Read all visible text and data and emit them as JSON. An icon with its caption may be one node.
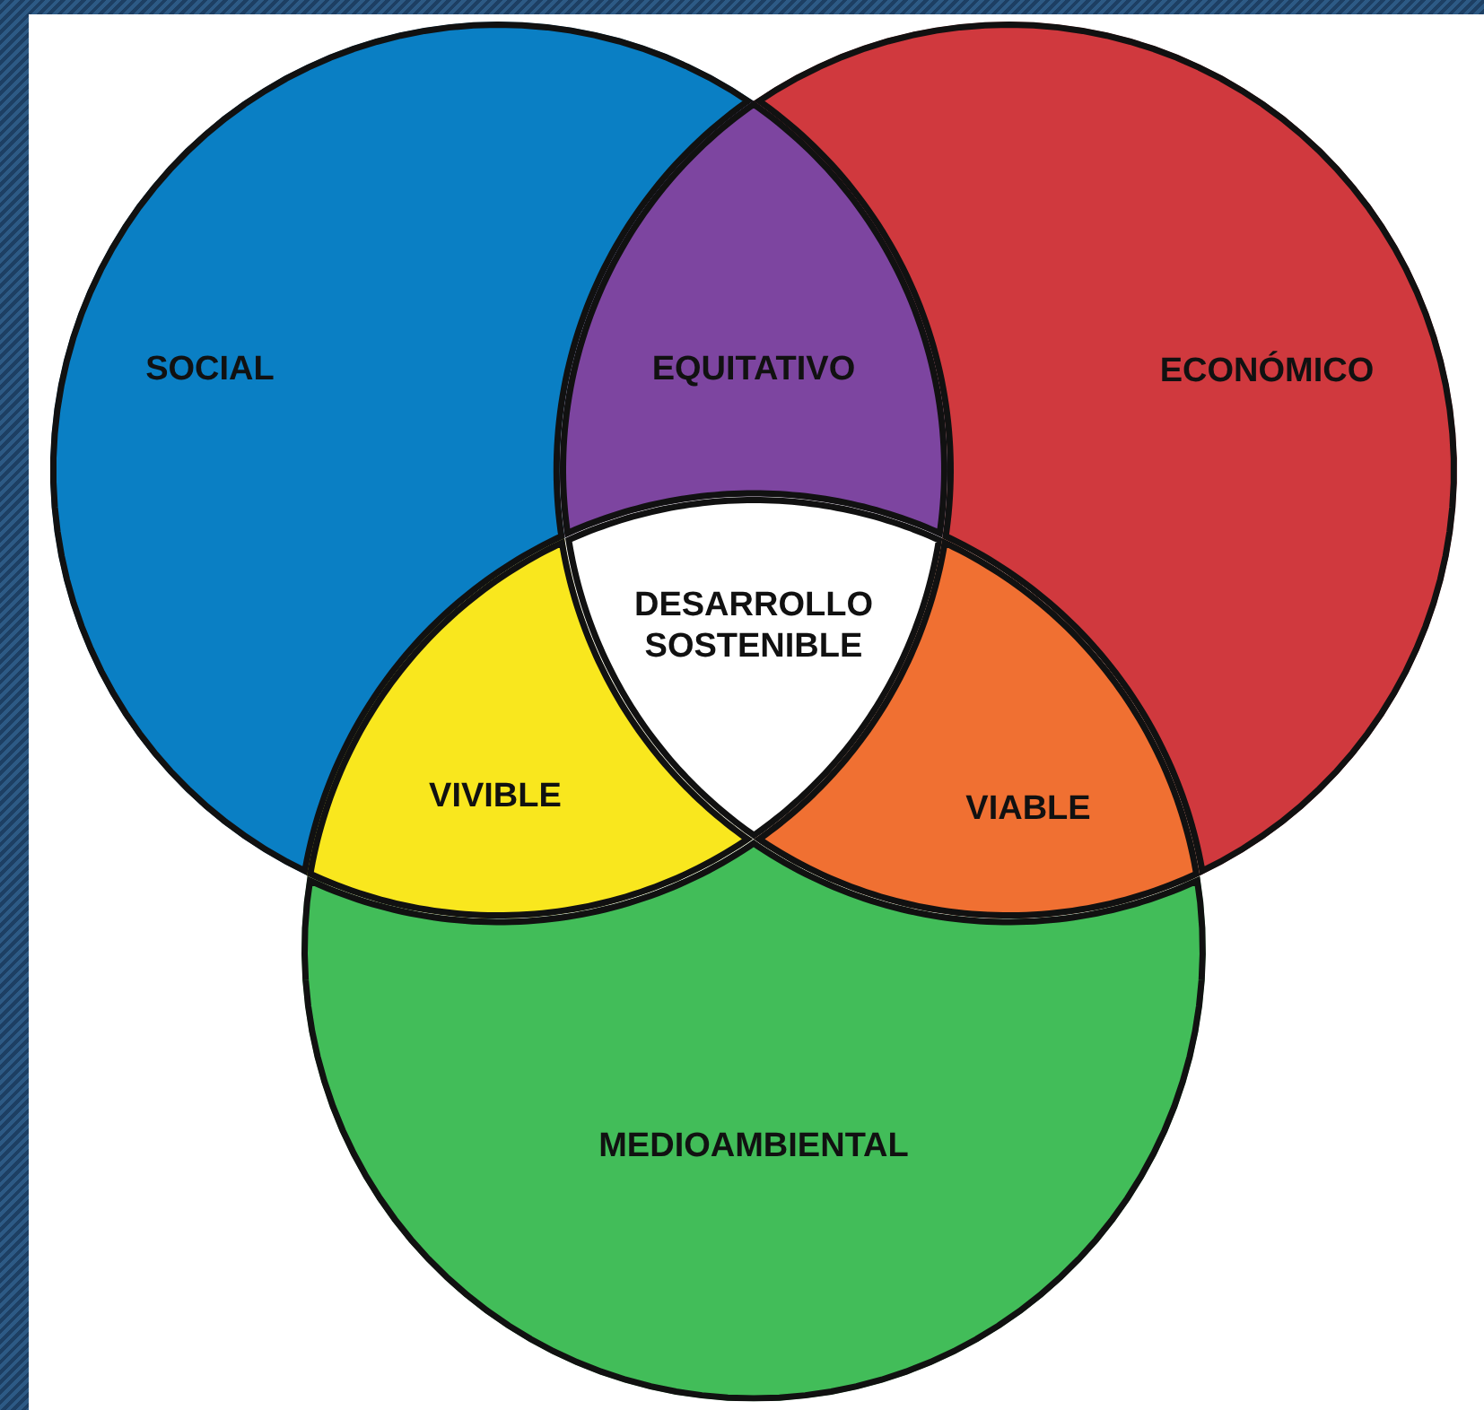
{
  "diagram": {
    "nodes": [
      {
        "text": [
          "SOCIAL"
        ]
      },
      {
        "text": [
          "EQUITATIVO"
        ]
      },
      {
        "text": [
          "ECONÓMICO"
        ]
      },
      {
        "text": [
          "DESARROLLO SOSTENIBLE"
        ]
      },
      {
        "text": [
          "VIVIBLE"
        ]
      },
      {
        "text": [
          "VIABLE"
        ]
      },
      {
        "text": [
          "MEDIOAMBIENTAL"
        ]
      }
    ]
  }
}
